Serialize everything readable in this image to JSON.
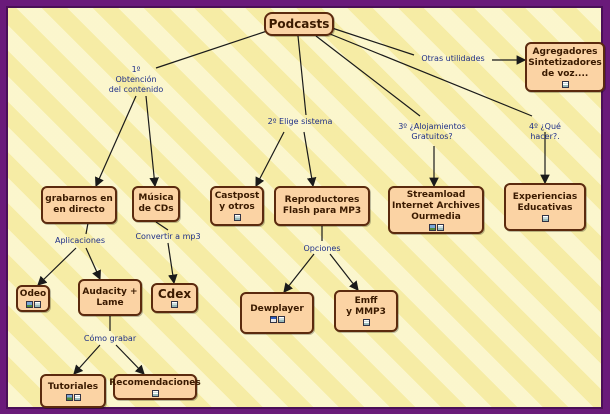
{
  "root": {
    "label": "Podcasts"
  },
  "nodes": {
    "grabarnos": "grabarnos en\nen directo",
    "musica": "Música\nde CDs",
    "castpost": "Castpost\ny otros",
    "reproductores": "Reproductores\nFlash para MP3",
    "streamload": "Streamload\nInternet Archives\nOurmedia",
    "experiencias": "Experiencias\nEducativas",
    "agregadores": "Agregadores\nSintetizadores\nde voz....",
    "odeo": "Odeo",
    "audacity": "Audacity +\nLame",
    "cdex": "Cdex",
    "dewplayer": "Dewplayer",
    "emff": "Emff\ny MMP3",
    "tutoriales": "Tutoriales",
    "recomendaciones": "Recomendaciones"
  },
  "links": {
    "obtencion": "1º\nObtención\ndel contenido",
    "elige": "2º Elige sistema",
    "alojamientos": "3º ¿Alojamientos\nGratuitos?",
    "quehacer": "4º ¿Qué hacer?.",
    "otras": "Otras utilidades",
    "aplicaciones": "Aplicaciones",
    "convertir": "Convertir a mp3",
    "opciones": "Opciones",
    "comograbar": "Cómo grabar"
  },
  "icons": {
    "resource": [
      "doc-icon",
      "image-icon",
      "window-icon"
    ],
    "line_color": "#1a1a1a",
    "link_text_color": "#1f2f88",
    "node_fill": "#fbd3a4",
    "node_border": "#5b2a0e",
    "frame_border": "#6a1a7a",
    "background": "#f9f2b2"
  }
}
